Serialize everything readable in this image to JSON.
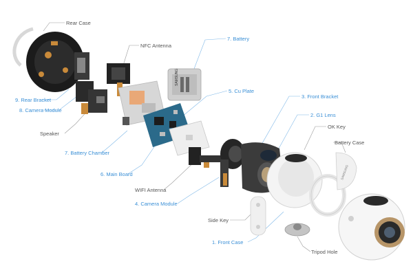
{
  "colors": {
    "blue_label": "#3a8fd6",
    "gray_label": "#555555",
    "leader_blue": "#7fb8e8",
    "leader_gray": "#9a9a9a"
  },
  "labels": {
    "rear_case": "Rear Case",
    "nfc_antenna": "NFC Antenna",
    "battery": "7. Battery",
    "cu_plate": "5. Cu Plate",
    "front_bracket": "3. Front Bracket",
    "g1_lens": "2. G1 Lens",
    "ok_key": "OK Key",
    "battery_case": "Battery Case",
    "rear_bracket": "9. Rear Bracket",
    "camera_module_8": "8. Camera Module",
    "speaker": "Speaker",
    "battery_chamber": "7. Battery Chamber",
    "main_board": "6. Main Board",
    "wifi_antenna": "WIFI Antenna",
    "camera_module_4": "4. Camera Module",
    "side_key": "Side Key",
    "front_case": "1. Front Case",
    "tripod_hole": "Tripod Hole"
  },
  "battery_brand": "SAMSUNG",
  "case_brand": "SAMSUNG",
  "icons": [
    "exploded-part-illustrations"
  ]
}
